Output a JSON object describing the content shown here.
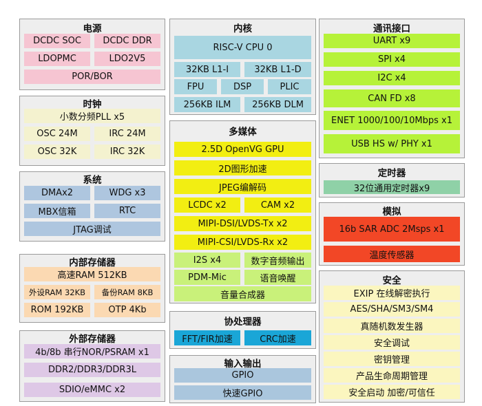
{
  "power": {
    "title": "电源",
    "items": [
      "DCDC SOC",
      "DCDC DDR",
      "LDOPMC",
      "LDO2V5",
      "POR/BOR"
    ]
  },
  "clock": {
    "title": "时钟",
    "items": [
      "小数分频PLL x5",
      "OSC 24M",
      "IRC 24M",
      "OSC 32K",
      "IRC 32K"
    ]
  },
  "system": {
    "title": "系统",
    "items": [
      "DMAx2",
      "WDG x3",
      "MBX信箱",
      "RTC",
      "JTAG调试"
    ]
  },
  "internal_memory": {
    "title": "内部存储器",
    "items": [
      "高速RAM 512KB",
      "外设RAM 32KB",
      "备份RAM 8KB",
      "ROM 192KB",
      "OTP 4Kb"
    ]
  },
  "external_memory": {
    "title": "外部存储器",
    "items": [
      "4b/8b 串行NOR/PSRAM x1",
      "DDR2/DDR3/DDR3L",
      "SDIO/eMMC x2"
    ]
  },
  "core": {
    "title": "内核",
    "items": [
      "RISC-V CPU 0",
      "32KB L1-I",
      "32KB L1-D",
      "FPU",
      "DSP",
      "PLIC",
      "256KB ILM",
      "256KB DLM"
    ]
  },
  "multimedia": {
    "title": "多媒体",
    "items": [
      "2.5D OpenVG GPU",
      "2D图形加速",
      "JPEG编解码",
      "LCDC x2",
      "CAM x2",
      "MIPI-DSI/LVDS-Tx x2",
      "MIPI-CSI/LVDS-Rx x2",
      "I2S x4",
      "数字音频输出",
      "PDM-Mic",
      "语音唤醒",
      "音量合成器"
    ]
  },
  "coprocessor": {
    "title": "协处理器",
    "items": [
      "FFT/FIR加速",
      "CRC加速"
    ]
  },
  "io": {
    "title": "输入输出",
    "items": [
      "GPIO",
      "快速GPIO"
    ]
  },
  "comm": {
    "title": "通讯接口",
    "items": [
      "UART x9",
      "SPI x4",
      "I2C x4",
      "CAN FD x8",
      "ENET 1000/100/10Mbps x1",
      "USB HS w/ PHY x1"
    ]
  },
  "timer": {
    "title": "定时器",
    "items": [
      "32位通用定时器x9"
    ]
  },
  "analog": {
    "title": "模拟",
    "items": [
      "16b SAR ADC 2Msps x1",
      "温度传感器"
    ]
  },
  "security": {
    "title": "安全",
    "items": [
      "EXIP 在线解密执行",
      "AES/SHA/SM3/SM4",
      "真随机数发生器",
      "安全调试",
      "密钥管理",
      "产品生命周期管理",
      "安全启动 加密/可信任"
    ]
  }
}
